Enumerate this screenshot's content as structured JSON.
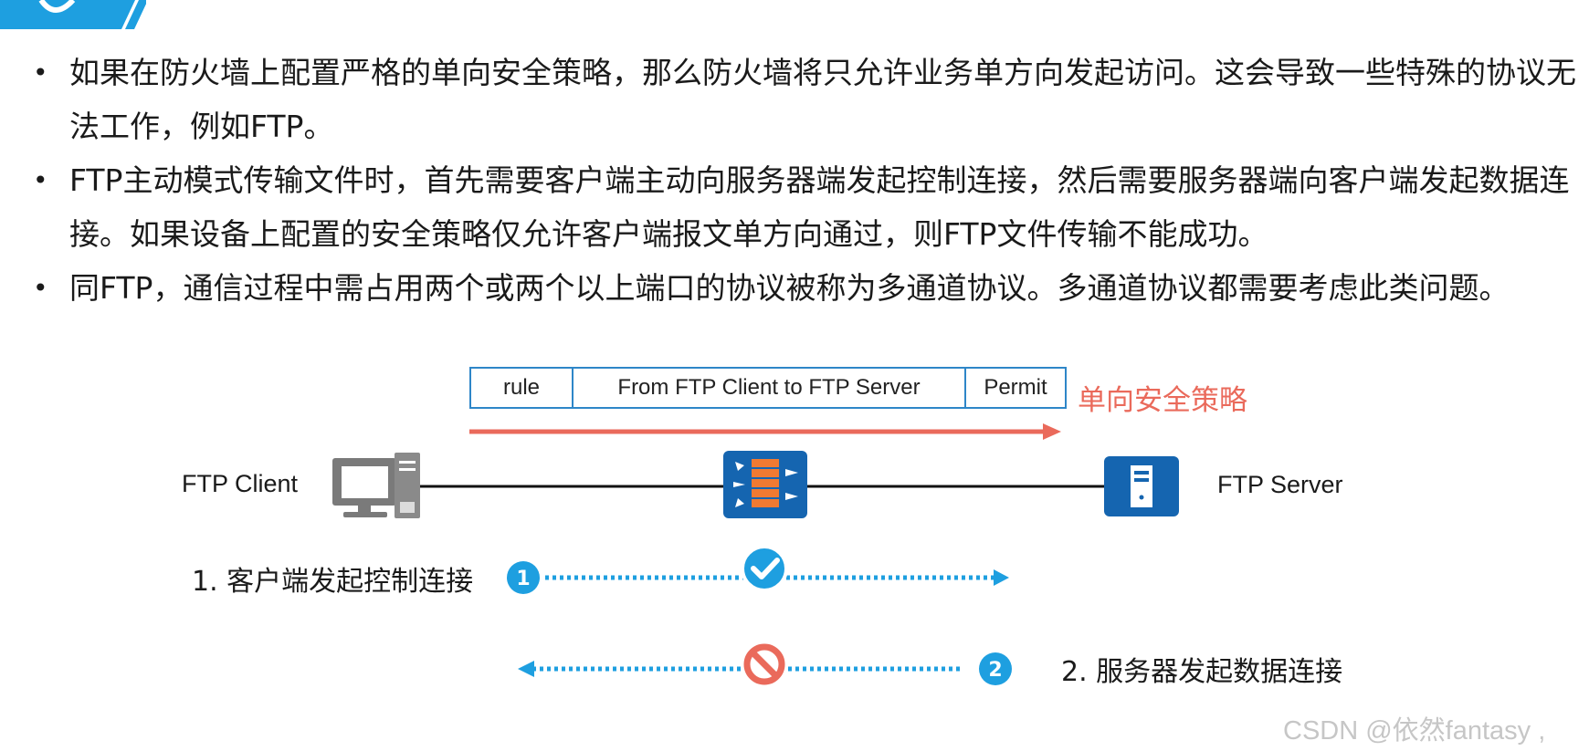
{
  "bullets": [
    "如果在防火墙上配置严格的单向安全策略，那么防火墙将只允许业务单方向发起访问。这会导致一些特殊的协议无法工作，例如FTP。",
    "FTP主动模式传输文件时，首先需要客户端主动向服务器端发起控制连接，然后需要服务器端向客户端发起数据连接。如果设备上配置的安全策略仅允许客户端报文单方向通过，则FTP文件传输不能成功。",
    "同FTP，通信过程中需占用两个或两个以上端口的协议被称为多通道协议。多通道协议都需要考虑此类问题。"
  ],
  "bullet_symbol": "•",
  "rule_table": {
    "rule": "rule",
    "match": "From FTP Client to FTP Server",
    "action": "Permit"
  },
  "policy_label": "单向安全策略",
  "client_label": "FTP Client",
  "server_label": "FTP Server",
  "steps": {
    "step1_label": "1. 客户端发起控制连接",
    "step1_badge": "1",
    "step2_label": "2. 服务器发起数据连接",
    "step2_badge": "2"
  },
  "watermark": "CSDN @依然fantasy ,",
  "colors": {
    "accent_blue": "#1e9fe0",
    "table_border": "#2e86c8",
    "policy_red": "#ea6a5b",
    "device_blue": "#1565b0",
    "firewall_orange": "#f07a32",
    "allow_blue": "#1e9fe0",
    "deny_red": "#ea6a5b"
  },
  "icons": {
    "client": "computer-icon",
    "firewall": "firewall-icon",
    "server": "server-icon",
    "allowed": "check-circle-icon",
    "blocked": "no-entry-icon"
  }
}
